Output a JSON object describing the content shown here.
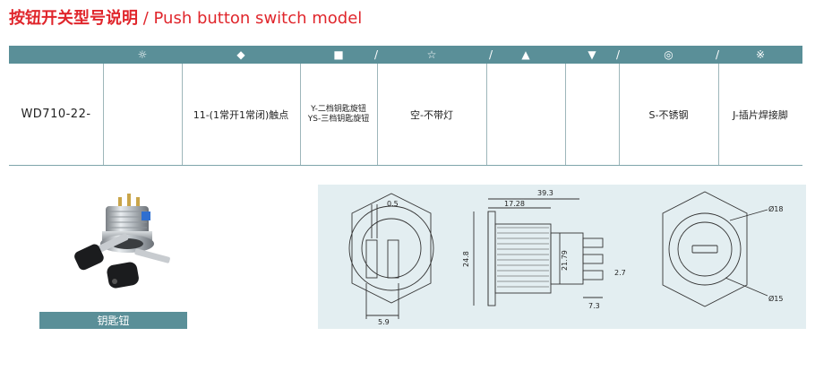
{
  "title": {
    "cn": "按钮开关型号说明",
    "separator": " / ",
    "en": "Push button switch model"
  },
  "header_symbols": [
    {
      "icon": "sun-symbol-icon",
      "glyph": "☼"
    },
    {
      "icon": "diamond-icon",
      "glyph": "◆"
    },
    {
      "icon": "square-icon",
      "glyph": "■"
    },
    {
      "icon": "star-outline-icon",
      "glyph": "☆"
    },
    {
      "icon": "triangle-up-icon",
      "glyph": "▲"
    },
    {
      "icon": "triangle-down-icon",
      "glyph": "▼"
    },
    {
      "icon": "double-circle-icon",
      "glyph": "◎"
    },
    {
      "icon": "reference-mark-icon",
      "glyph": "※"
    }
  ],
  "separators": [
    "/",
    "/",
    "/",
    "/"
  ],
  "row": {
    "model_prefix": "WD710-22-",
    "sun_col": "",
    "contact": "11-(1常开1常闭)触点",
    "key_type_line1": "Y-二档钥匙旋钮",
    "key_type_line2": "YS-三档钥匙旋钮",
    "lamp": "空-不带灯",
    "triangle_up_col": "",
    "triangle_down_col": "",
    "material": "S-不锈钢",
    "terminal": "J-插片焊接脚"
  },
  "caption": "钥匙钮",
  "dimensions": {
    "width_total": "39.3",
    "head_len": "17.28",
    "pin_width": "0.5",
    "pin_spacing": "5.9",
    "height": "24.8",
    "thread_dia": "21.79",
    "pin_len": "7.3",
    "pin_gap": "2.7",
    "outer_dia": "Ø18",
    "inner_dia": "Ø15"
  },
  "colors": {
    "title_red": "#e0262c",
    "teal": "#5a8f98",
    "drawing_bg": "#e3eef1"
  }
}
